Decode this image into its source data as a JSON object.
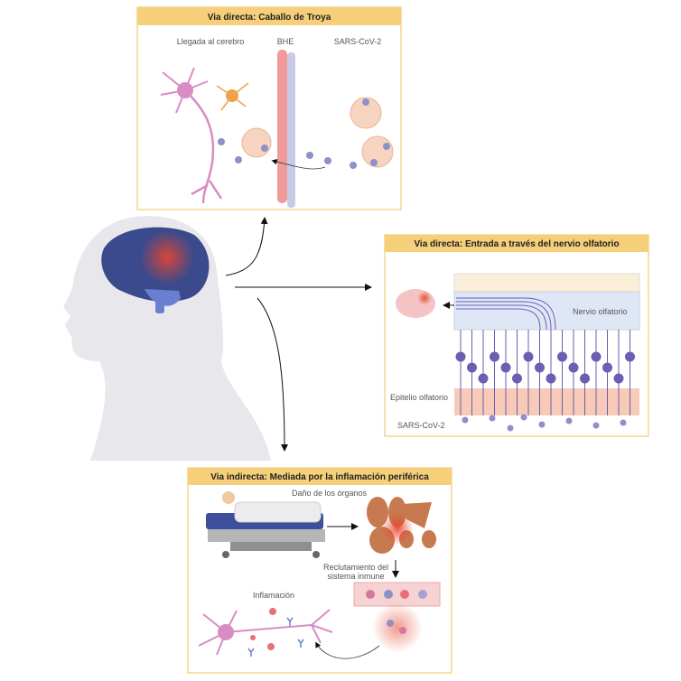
{
  "panel_trojan": {
    "title": "Via directa: Caballo de Troya",
    "label_brain": "Llegada al cerebro",
    "label_bbb": "BHE",
    "label_virus": "SARS-CoV-2"
  },
  "panel_olfactory": {
    "title": "Via directa: Entrada a través del nervio olfatorio",
    "label_nerve": "Nervio olfatorio",
    "label_epithelium": "Epitelio olfatorio",
    "label_virus": "SARS-CoV-2"
  },
  "panel_indirect": {
    "title": "Via indirecta: Mediada por la inflamación periférica",
    "label_organs": "Daño de los órganos",
    "label_recruit_1": "Reclutamiento del",
    "label_recruit_2": "sistema inmune",
    "label_inflammation": "Inflamación"
  },
  "colors": {
    "header_bg": "#f6cf7a",
    "panel_border": "#f2c15e",
    "brain": "#3b4a8c",
    "neuron": "#d98cc4",
    "organ": "#c77a4f"
  }
}
